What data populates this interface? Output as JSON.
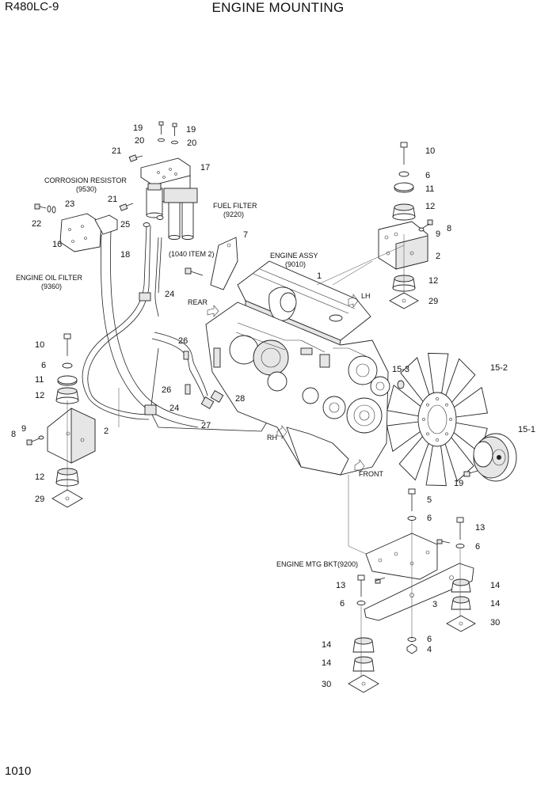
{
  "header": {
    "model": "R480LC-9",
    "title": "ENGINE MOUNTING"
  },
  "footer": {
    "page_number": "1010"
  },
  "labels": {
    "corrosion_resistor": "CORROSION RESISTOR",
    "corrosion_resistor_code": "(9530)",
    "fuel_filter": "FUEL FILTER",
    "fuel_filter_code": "(9220)",
    "engine_oil_filter": "ENGINE OIL FILTER",
    "engine_oil_filter_code": "(9360)",
    "engine_assy": "ENGINE ASSY",
    "engine_assy_code": "(9010)",
    "item_ref": "(1040 ITEM 2)",
    "rear": "REAR",
    "lh": "LH",
    "rh": "RH",
    "front": "FRONT",
    "engine_mtg_bkt": "ENGINE MTG BKT(9200)"
  },
  "callouts": [
    {
      "id": "c1",
      "text": "19"
    },
    {
      "id": "c2",
      "text": "19"
    },
    {
      "id": "c3",
      "text": "20"
    },
    {
      "id": "c4",
      "text": "20"
    },
    {
      "id": "c5",
      "text": "21"
    },
    {
      "id": "c6",
      "text": "17"
    },
    {
      "id": "c7",
      "text": "21"
    },
    {
      "id": "c8",
      "text": "23"
    },
    {
      "id": "c9",
      "text": "22"
    },
    {
      "id": "c10",
      "text": "25"
    },
    {
      "id": "c11",
      "text": "16"
    },
    {
      "id": "c12",
      "text": "18"
    },
    {
      "id": "c13",
      "text": "7"
    },
    {
      "id": "c14",
      "text": "1"
    },
    {
      "id": "c15",
      "text": "24"
    },
    {
      "id": "c16",
      "text": "10"
    },
    {
      "id": "c17",
      "text": "6"
    },
    {
      "id": "c18",
      "text": "11"
    },
    {
      "id": "c19",
      "text": "12"
    },
    {
      "id": "c20",
      "text": "9"
    },
    {
      "id": "c21",
      "text": "8"
    },
    {
      "id": "c22",
      "text": "2"
    },
    {
      "id": "c23",
      "text": "12"
    },
    {
      "id": "c24",
      "text": "29"
    },
    {
      "id": "c25",
      "text": "10"
    },
    {
      "id": "c26",
      "text": "6"
    },
    {
      "id": "c27",
      "text": "11"
    },
    {
      "id": "c28",
      "text": "12"
    },
    {
      "id": "c29",
      "text": "9"
    },
    {
      "id": "c30",
      "text": "8"
    },
    {
      "id": "c31",
      "text": "2"
    },
    {
      "id": "c32",
      "text": "12"
    },
    {
      "id": "c33",
      "text": "29"
    },
    {
      "id": "c34",
      "text": "26"
    },
    {
      "id": "c35",
      "text": "26"
    },
    {
      "id": "c36",
      "text": "24"
    },
    {
      "id": "c37",
      "text": "28"
    },
    {
      "id": "c38",
      "text": "27"
    },
    {
      "id": "c39",
      "text": "15-3"
    },
    {
      "id": "c40",
      "text": "15-2"
    },
    {
      "id": "c41",
      "text": "15-1"
    },
    {
      "id": "c42",
      "text": "19"
    },
    {
      "id": "c43",
      "text": "5"
    },
    {
      "id": "c44",
      "text": "6"
    },
    {
      "id": "c45",
      "text": "13"
    },
    {
      "id": "c46",
      "text": "6"
    },
    {
      "id": "c47",
      "text": "13"
    },
    {
      "id": "c48",
      "text": "6"
    },
    {
      "id": "c49",
      "text": "3"
    },
    {
      "id": "c50",
      "text": "14"
    },
    {
      "id": "c51",
      "text": "14"
    },
    {
      "id": "c52",
      "text": "30"
    },
    {
      "id": "c53",
      "text": "6"
    },
    {
      "id": "c54",
      "text": "4"
    },
    {
      "id": "c55",
      "text": "14"
    },
    {
      "id": "c56",
      "text": "14"
    },
    {
      "id": "c57",
      "text": "30"
    }
  ]
}
